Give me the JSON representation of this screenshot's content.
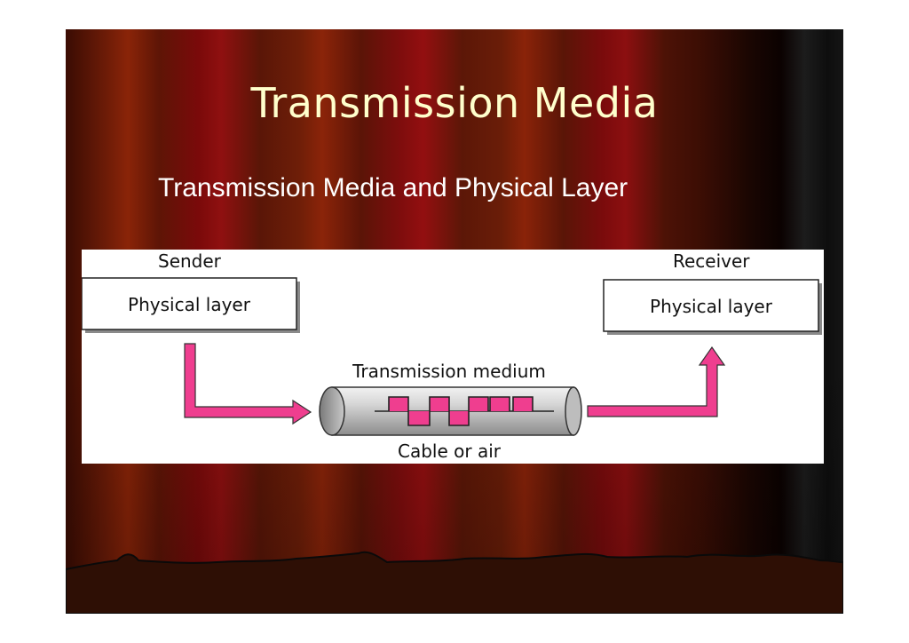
{
  "slide": {
    "title": "Transmission Media",
    "subtitle": "Transmission Media and Physical Layer"
  },
  "diagram": {
    "sender_label": "Sender",
    "receiver_label": "Receiver",
    "sender_box_label": "Physical layer",
    "receiver_box_label": "Physical layer",
    "medium_label": "Transmission medium",
    "medium_caption": "Cable or air"
  },
  "colors": {
    "arrow": "#ef3e8f",
    "signal": "#ef3e8f",
    "title": "#ffffcc",
    "subtitle": "#ffffff"
  }
}
